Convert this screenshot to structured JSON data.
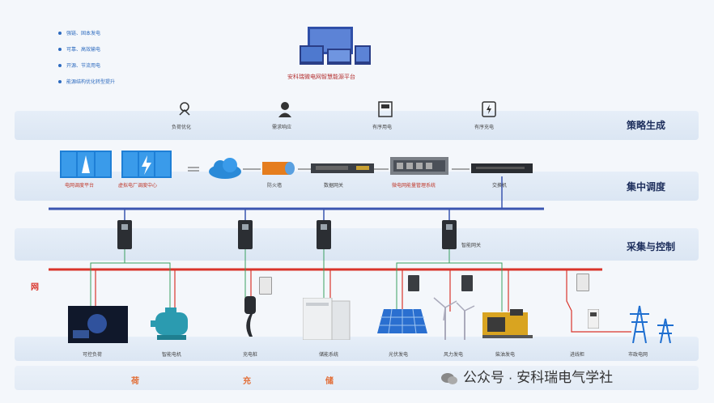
{
  "legend": [
    "强链、固本发电",
    "可靠、高效输电",
    "开源、节流用电",
    "能源结构优化转型提升"
  ],
  "platform": {
    "title": "安科瑞微电网智慧能源平台"
  },
  "tiers": {
    "tier1": "策略生成",
    "tier2": "集中调度",
    "tier3": "采集与控制"
  },
  "strategy": [
    "负荷优化",
    "需求响应",
    "有序用电",
    "有序充电"
  ],
  "dispatch": {
    "grid_platform": "电网调度平台",
    "vpp_platform": "虚拟电厂调度中心",
    "firewall": "防火墙",
    "router": "数据网关",
    "ems": "微电网能量管理系统",
    "switch": "交换机"
  },
  "collection": {
    "gateway": "智能网关"
  },
  "field": {
    "letter_grid": "网"
  },
  "devices": [
    "可控负荷",
    "智能电机",
    "充电桩",
    "储能系统",
    "光伏发电",
    "风力发电",
    "柴油发电",
    "进线柜",
    "市政电网"
  ],
  "bottom": {
    "load": "荷",
    "charge": "充",
    "storage": "储"
  },
  "watermark": {
    "text": "公众号 · 安科瑞电气学社"
  }
}
